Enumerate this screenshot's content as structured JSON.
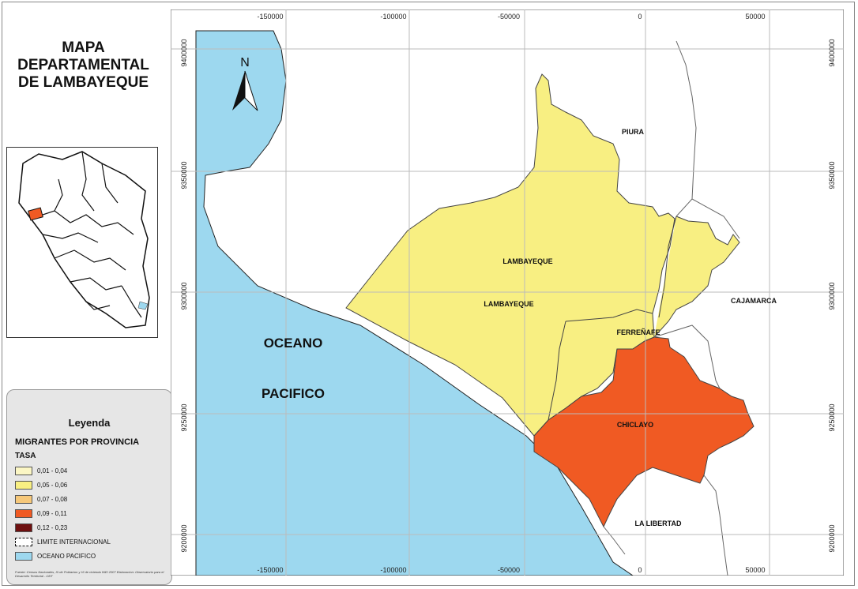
{
  "title": {
    "line1": "MAPA",
    "line2": "DEPARTAMENTAL",
    "line3": "DE LAMBAYEQUE"
  },
  "north_arrow": {
    "label": "N"
  },
  "grid": {
    "x_labels": [
      "-150000",
      "-100000",
      "-50000",
      "0",
      "50000"
    ],
    "y_labels": [
      "9400000",
      "9350000",
      "9300000",
      "9250000",
      "9200000"
    ]
  },
  "map_labels": {
    "piura": "PIURA",
    "lambayeque_province": "LAMBAYEQUE",
    "lambayeque_city": "LAMBAYEQUE",
    "cajamarca": "CAJAMARCA",
    "ferrenafe": "FERREÑAFE",
    "chiclayo": "CHICLAYO",
    "la_libertad": "LA LIBERTAD",
    "oceano": "OCEANO",
    "pacifico": "PACIFICO"
  },
  "legend": {
    "title": "Leyenda",
    "subtitle": "MIGRANTES POR PROVINCIA",
    "rate_label": "TASA",
    "items": [
      {
        "label": "0,01 - 0,04",
        "color": "#fbf6c4"
      },
      {
        "label": "0,05 - 0,06",
        "color": "#f8ef82"
      },
      {
        "label": "0,07 - 0,08",
        "color": "#f6c87a"
      },
      {
        "label": "0,09 - 0,11",
        "color": "#f05a23"
      },
      {
        "label": "0,12 - 0,23",
        "color": "#6e1010"
      },
      {
        "label": "LIMITE INTERNACIONAL",
        "color": "#ffffff"
      },
      {
        "label": "OCEANO PACIFICO",
        "color": "#9dd8ef"
      }
    ],
    "note": "Fuente: Censos Nacionales, XI de Poblacion y VI de vivienda INEI 2007 Elaboracion: Observatorio para el Desarrollo Territorial - ODT"
  },
  "colors": {
    "ocean": "#9dd8ef",
    "yellow": "#f8ef82",
    "orange": "#f05a23",
    "grid": "#bbbbbb"
  }
}
